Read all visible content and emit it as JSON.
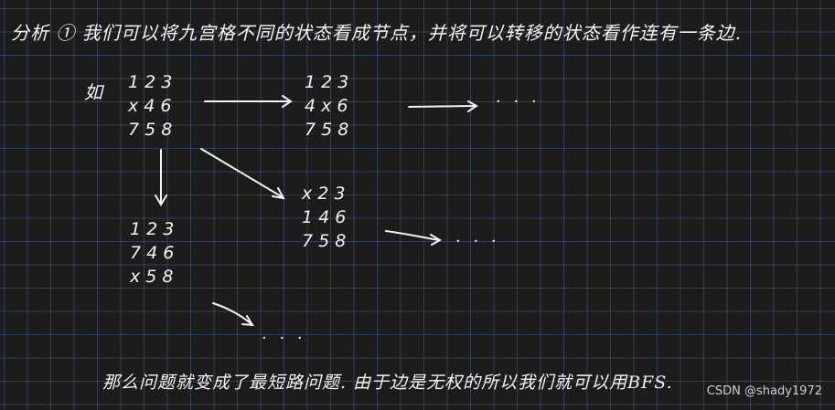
{
  "title": "分析 ① 我们可以将九宫格不同的状态看成节点，并将可以转移的状态看作连有一条边.",
  "example_label": "如",
  "grids": {
    "start": [
      "1 2 3",
      "x 4 6",
      "7 5 8"
    ],
    "right": [
      "1 2 3",
      "4 x 6",
      "7 5 8"
    ],
    "diag": [
      "x 2 3",
      "1 4 6",
      "7 5 8"
    ],
    "down": [
      "1 2 3",
      "7 4 6",
      "x 5 8"
    ]
  },
  "ellipsis": "· · ·",
  "bottom_text": "那么问题就变成了最短路问题. 由于边是无权的所以我们就可以用BFS.",
  "watermark": "CSDN @shady1972"
}
